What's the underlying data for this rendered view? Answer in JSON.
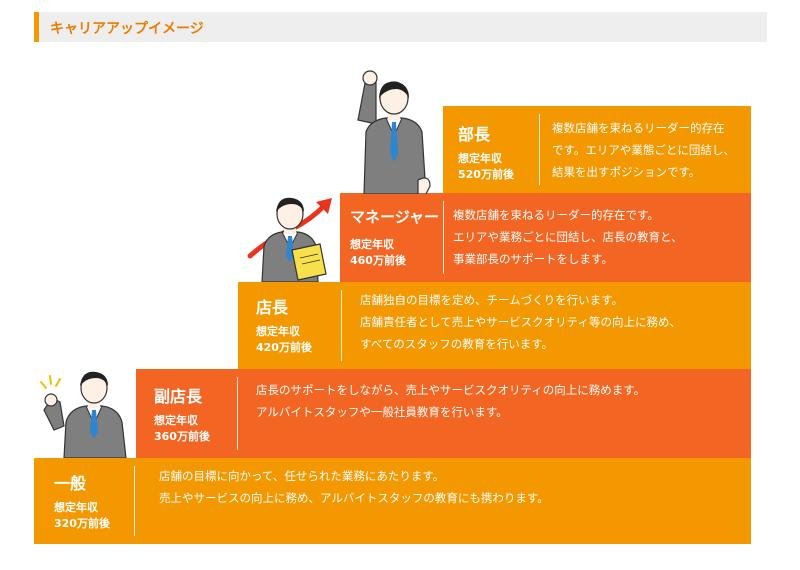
{
  "header": {
    "title": "キャリアアップイメージ"
  },
  "colors": {
    "orange": "#f39800",
    "red": "#f26522",
    "header_bg": "#eeeeee"
  },
  "steps": [
    {
      "title": "一般",
      "salary_label": "想定年収",
      "salary": "320万前後",
      "desc": [
        "店舗の目標に向かって、任せられた業務にあたります。",
        "売上やサービスの向上に務め、アルバイトスタッフの教育にも携わります。"
      ]
    },
    {
      "title": "副店長",
      "salary_label": "想定年収",
      "salary": "360万前後",
      "desc": [
        "店長のサポートをしながら、売上やサービスクオリティの向上に務めます。",
        "アルバイトスタッフや一般社員教育を行います。"
      ]
    },
    {
      "title": "店長",
      "salary_label": "想定年収",
      "salary": "420万前後",
      "desc": [
        "店舗独自の目標を定め、チームづくりを行います。",
        "店舗責任者として売上やサービスクオリティ等の向上に務め、",
        "すべてのスタッフの教育を行います。"
      ]
    },
    {
      "title": "マネージャー",
      "salary_label": "想定年収",
      "salary": "460万前後",
      "desc": [
        "複数店舗を束ねるリーダー的存在です。",
        "エリアや業務ごとに団結し、店長の教育と、",
        "事業部長のサポートをします。"
      ]
    },
    {
      "title": "部長",
      "salary_label": "想定年収",
      "salary": "520万前後",
      "desc": [
        "複数店舗を束ねるリーダー的存在",
        "です。エリアや業態ごとに団結し、",
        "結果を出すポジションです。"
      ]
    }
  ]
}
